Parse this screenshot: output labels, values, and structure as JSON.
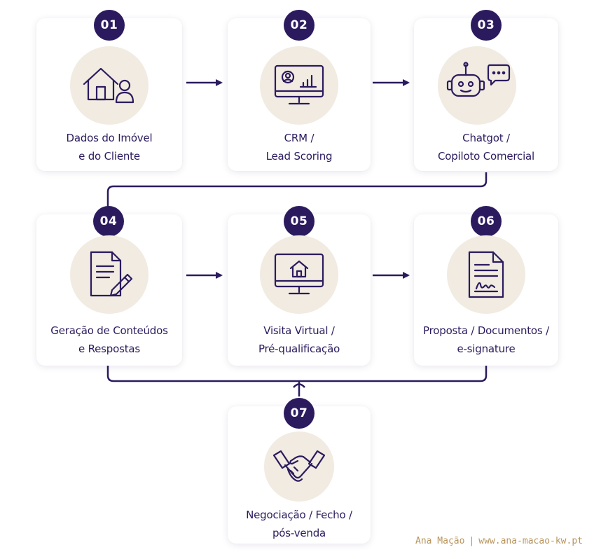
{
  "colors": {
    "primary": "#2b1b5e",
    "circle_bg": "#f1ebe1",
    "card_bg": "#ffffff",
    "footer_text": "#b8945c"
  },
  "steps": [
    {
      "number": "01",
      "icon": "house-person-icon",
      "line1": "Dados do Imóvel",
      "line2": "e do Cliente"
    },
    {
      "number": "02",
      "icon": "crm-monitor-icon",
      "line1": "CRM /",
      "line2": "Lead Scoring"
    },
    {
      "number": "03",
      "icon": "chatbot-icon",
      "line1": "Chatgot /",
      "line2": "Copiloto Comercial"
    },
    {
      "number": "04",
      "icon": "document-pencil-icon",
      "line1": "Geração de Conteúdos",
      "line2": "e Respostas"
    },
    {
      "number": "05",
      "icon": "monitor-house-icon",
      "line1": "Visita Virtual /",
      "line2": "Pré-qualificação"
    },
    {
      "number": "06",
      "icon": "signed-document-icon",
      "line1": "Proposta / Documentos /",
      "line2": "e-signature"
    },
    {
      "number": "07",
      "icon": "handshake-icon",
      "line1": "Negociação / Fecho /",
      "line2": "pós-venda"
    }
  ],
  "footer": {
    "author": "Ana Mação",
    "separator": "|",
    "website": "www.ana-macao-kw.pt"
  }
}
